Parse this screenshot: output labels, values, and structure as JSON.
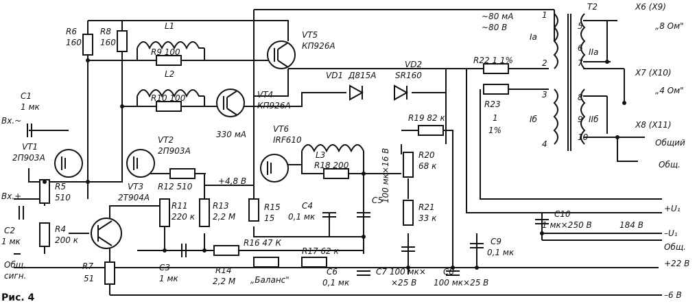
{
  "figure_label": "Рис. 4",
  "components": {
    "R6": {
      "ref": "R6",
      "val": "160"
    },
    "R8": {
      "ref": "R8",
      "val": "160"
    },
    "L1": {
      "ref": "L1"
    },
    "R9": {
      "ref": "R9 100"
    },
    "L2": {
      "ref": "L2"
    },
    "R10": {
      "ref": "R10 100"
    },
    "VT5": {
      "ref": "VT5",
      "type": "КП926А"
    },
    "VT4": {
      "ref": "VT4",
      "type": "КП926А"
    },
    "VT6": {
      "ref": "VT6",
      "type": "IRF610"
    },
    "VT1": {
      "ref": "VT1",
      "type": "2П903А"
    },
    "VT2": {
      "ref": "VT2",
      "type": "2П903А"
    },
    "VT3": {
      "ref": "VT3",
      "type": "2Т904А"
    },
    "C1": {
      "ref": "C1",
      "val": "1 мк"
    },
    "C2": {
      "ref": "C2",
      "val": "1 мк"
    },
    "C3": {
      "ref": "C3",
      "val": "1 мк"
    },
    "C4": {
      "ref": "C4",
      "val": "0,1 мк"
    },
    "C5": {
      "ref": "C5",
      "val": "100 мк×16 В"
    },
    "C6": {
      "ref": "C6",
      "val": "0,1 мк"
    },
    "C7": {
      "ref": "C7 100 мк×",
      "val": "×25 В"
    },
    "C8": {
      "ref": "C8",
      "val": "100 мк×25 В"
    },
    "C9": {
      "ref": "C9",
      "val": "0,1 мк"
    },
    "C10": {
      "ref": "C10",
      "val": "1 мк×250 В"
    },
    "R4": {
      "ref": "R4",
      "val": "200 к"
    },
    "R5": {
      "ref": "R5",
      "val": "510"
    },
    "R7": {
      "ref": "R7",
      "val": "51"
    },
    "R11": {
      "ref": "R11",
      "val": "220 к"
    },
    "R12": {
      "ref": "R12 510"
    },
    "R13": {
      "ref": "R13",
      "val": "2,2 М"
    },
    "R14": {
      "ref": "R14",
      "val": "2,2 М"
    },
    "R15": {
      "ref": "R15",
      "val": "15"
    },
    "R16": {
      "ref": "R16  47 К",
      "val": "„Баланс\""
    },
    "R17": {
      "ref": "R17  62 к"
    },
    "R18": {
      "ref": "R18 200"
    },
    "L3": {
      "ref": "L3"
    },
    "R19": {
      "ref": "R19  82 к"
    },
    "R20": {
      "ref": "R20",
      "val": "68 к"
    },
    "R21": {
      "ref": "R21",
      "val": "33 к"
    },
    "R22": {
      "ref": "R22  1  1%"
    },
    "R23": {
      "ref": "R23",
      "val": "1",
      "tol": "1%"
    },
    "VD1": {
      "ref": "VD1",
      "type": "Д815А"
    },
    "VD2": {
      "ref": "VD2",
      "type": "SR160"
    },
    "T2": {
      "ref": "T2"
    }
  },
  "transformer": {
    "I1": "Iа",
    "I2": "Iб",
    "II1": "IIа",
    "II2": "IIб",
    "pins": [
      "1",
      "2",
      "3",
      "4",
      "5",
      "6",
      "7",
      "8",
      "9",
      "10"
    ]
  },
  "annotations": {
    "current_top": "~80 мА",
    "voltage_top": "~80 В",
    "current_vt6": "330 мА",
    "voltage_48": "+4,8 В",
    "voltage_184": "184 В"
  },
  "connectors": {
    "in_ac": "Вх.~",
    "in_dc": "Вх.+",
    "common_sig_1": "Общ.",
    "common_sig_2": "сигн.",
    "x6": "X6 (X9)",
    "x6_label": "„8 Ом\"",
    "x7": "X7 (X10)",
    "x7_label": "„4 Ом\"",
    "x8": "X8 (X11)",
    "x8_label": "Общий",
    "out_common": "Общ."
  },
  "rails": {
    "plus_u1": "+U₁",
    "minus_u1": "–U₁",
    "common": "Общ.",
    "plus_22": "+22 В",
    "minus_6": "–6 В"
  }
}
